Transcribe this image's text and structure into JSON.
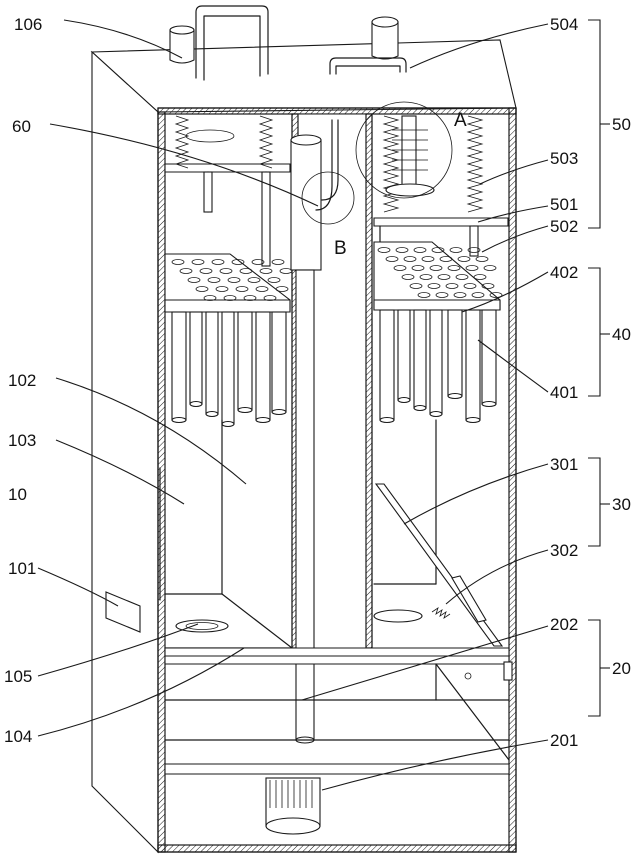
{
  "labels": {
    "l106": "106",
    "l504": "504",
    "l60": "60",
    "lA": "A",
    "l50": "50",
    "l503": "503",
    "l501": "501",
    "lB": "B",
    "l502": "502",
    "l402": "402",
    "l40": "40",
    "l401": "401",
    "l102": "102",
    "l103": "103",
    "l10": "10",
    "l301": "301",
    "l30": "30",
    "l302": "302",
    "l101": "101",
    "l202": "202",
    "l105": "105",
    "l20": "20",
    "l104": "104",
    "l201": "201"
  },
  "colors": {
    "line": "#1a1a1a",
    "background": "#ffffff"
  }
}
